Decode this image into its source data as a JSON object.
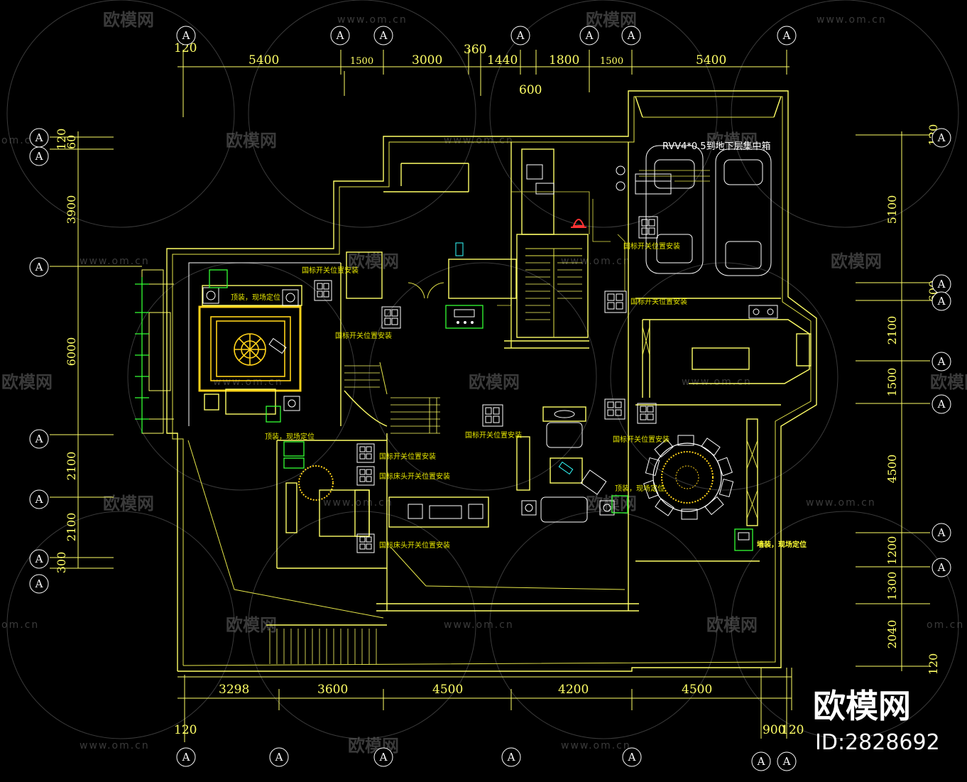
{
  "drawing": {
    "grid_label": "A",
    "dims_top": [
      "120",
      "5400",
      "1500",
      "3000",
      "360",
      "1440",
      "1800",
      "1500",
      "5400",
      "600"
    ],
    "dims_bottom": [
      "3298",
      "3600",
      "4500",
      "4200",
      "4500",
      "120",
      "900",
      "120"
    ],
    "dims_left": [
      "60",
      "120",
      "3900",
      "6000",
      "2100",
      "2100",
      "300"
    ],
    "dims_right": [
      "120",
      "5100",
      "600",
      "2100",
      "1500",
      "4500",
      "1200",
      "1300",
      "2040",
      "120"
    ],
    "labels": {
      "rvv": "RVV4*0.5到地下层集中箱",
      "switch_1": "国标开关位置安装",
      "switch_2": "国标开关位置安装",
      "switch_3": "国标开关位置安装",
      "switch_4": "国标开关位置安装",
      "switch_5": "国标开关位置安装",
      "switch_6": "国标开关位置安装",
      "switch_7": "国标开关位置安装",
      "bedside_1": "国标床头开关位置安装",
      "bedside_2": "国标床头开关位置安装",
      "ceiling_1": "顶装，现场定位",
      "ceiling_2": "顶装，现场定位",
      "ceiling_3": "顶装，现场定位",
      "wall_1": "墙装，现场定位"
    }
  },
  "watermark": {
    "text": "欧模网",
    "url": "www.om.cn",
    "url_short": "om.cn",
    "brand": "欧模网",
    "id": "ID:2828692"
  },
  "colors": {
    "background": "#000000",
    "lines": "#ffff66",
    "accent_green": "#33ff33",
    "gold": "#ffd21a"
  }
}
